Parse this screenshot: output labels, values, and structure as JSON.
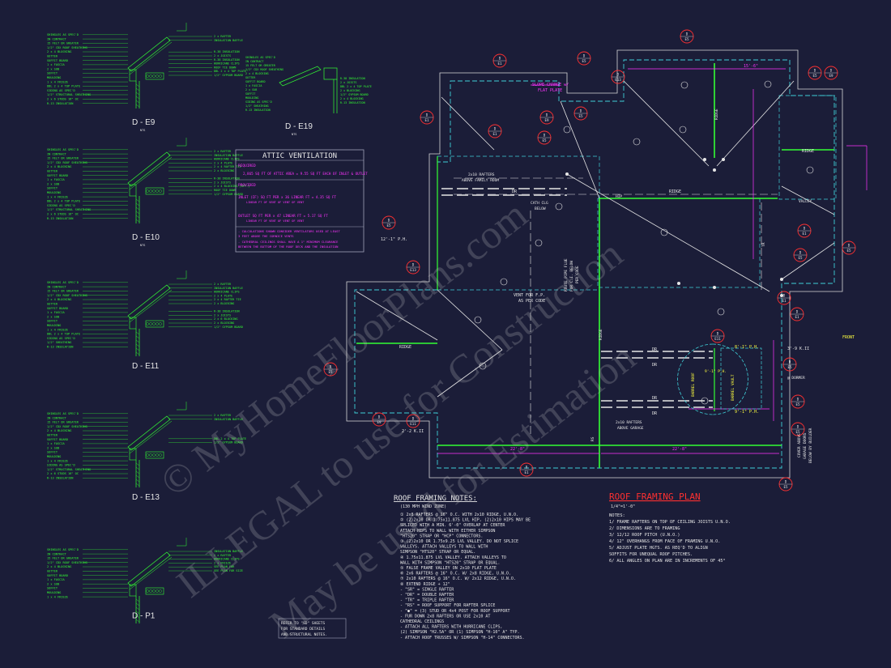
{
  "details": [
    {
      "label": "D - E9",
      "sub": "NTS",
      "lines": [
        "SHINGLES AS SPEC'D",
        "IN CONTRACT",
        "15 FELT OR GREATER",
        "1/2\" CDX ROOF SHEATHING",
        "2 x 4 BLOCKING",
        "GUTTER",
        "SOFFIT BOARD",
        "1 x FASCIA",
        "2 x SUB",
        "SOFFIT",
        "MOULDING",
        "1 x 4 FRIEZE",
        "DBL 2 x 4 TOP PLATE",
        "SIDING AS SPEC'D",
        "1/2\" STRUCTURAL SHEATHING",
        "2 x 6 STUDS 16\" OC",
        "R-13 INSULATION"
      ],
      "right": [
        "2 x RAFTER",
        "INSULATION BAFFLE",
        "",
        "",
        "R-38 INSULATION",
        "2 x JOISTS",
        "R-38 INSULATION",
        "HURRICANE CLIPS",
        "ROOF TIE DOWN",
        "DBL 2 x 4 TOP PLATE",
        "1/2\" GYPSUM BOARD"
      ]
    },
    {
      "label": "D - E10",
      "sub": "NTS",
      "lines": [
        "SHINGLES AS SPEC'D",
        "IN CONTRACT",
        "15 FELT OR GREATER",
        "1/2\" CDX ROOF SHEATHING",
        "2 x 4 BLOCKING",
        "GUTTER",
        "SOFFIT BOARD",
        "1 x FASCIA",
        "2 x SUB",
        "SOFFIT",
        "MOULDING",
        "1 x 4 FRIEZE",
        "DBL 2 x 4 TOP PLATE",
        "SIDING AS SPEC'D",
        "1/2\" STRUCTURAL SHEATHING",
        "2 x 6 STUDS 16\" OC",
        "R-13 INSULATION"
      ],
      "right": [
        "2 x RAFTER",
        "INSULATION BAFFLE",
        "HURRICANE CLIPS",
        "2 x 4 PLATE",
        "2 x 4 RAFTER TIE",
        "2 x BLOCKING",
        "",
        "R-38 INSULATION",
        "2 x JOISTS",
        "2 x 4 BLOCKING (OPT.)",
        "ROOF TIE DOWN",
        "1/2\" GYPSUM BOARD"
      ]
    },
    {
      "label": "D - E11",
      "sub": "",
      "lines": [
        "SHINGLES AS SPEC'D",
        "IN CONTRACT",
        "15 FELT OR GREATER",
        "1/2\" CDX ROOF SHEATHING",
        "2 x 4 BLOCKING",
        "GUTTER",
        "SOFFIT BOARD",
        "1 x FASCIA",
        "2 x SUB",
        "SOFFIT",
        "MOULDING",
        "1 x 4 FRIEZE",
        "DBL 2 x 4 TOP PLATE",
        "SIDING AS SPEC'D",
        "1/2\" SHEATHING",
        "R-13 INSULATION"
      ],
      "right": [
        "2 x RAFTER",
        "INSULATION BAFFLE",
        "HURRICANE CLIPS",
        "2 x 4 PLATE",
        "2 x 4 RAFTER TIE",
        "2 x BLOCKING",
        "",
        "R-38 INSULATION",
        "2 x JOISTS",
        "2 x 6 BLOCKING",
        "2 x BLOCKING",
        "1/2\" GYPSUM BOARD"
      ]
    },
    {
      "label": "D - E13",
      "sub": "",
      "lines": [
        "SHINGLES AS SPEC'D",
        "IN CONTRACT",
        "15 FELT OR GREATER",
        "1/2\" CDX ROOF SHEATHING",
        "2 x 4 BLOCKING",
        "GUTTER",
        "SOFFIT BOARD",
        "1 x FASCIA",
        "2 x SUB",
        "SOFFIT",
        "MOULDING",
        "1 x 4 FRIEZE",
        "SIDING AS SPEC'D",
        "1/2\" STRUCTURAL SHEATHING",
        "2 x 6 STUDS 16\" OC",
        "R-13 INSULATION"
      ],
      "right": [
        "2 x RAFTER",
        "INSULATION BAFFLE",
        "",
        "",
        "",
        "",
        "DBL 2 x 4 TOP PLATE",
        "1/2\" GYPSUM BOARD"
      ]
    },
    {
      "label": "D - P1",
      "sub": "",
      "lines": [
        "SHINGLES AS SPEC'D",
        "IN CONTRACT",
        "15 FELT OR GREATER",
        "1/2\" CDX ROOF SHEATHING",
        "2 x 4 BLOCKING",
        "GUTTER",
        "SOFFIT BOARD",
        "1 x FASCIA",
        "2 x SUB",
        "SOFFIT",
        "MOULDING",
        "1 x 4 FRIEZE"
      ],
      "right": [
        "INSULATION BAFFLE",
        "2 x RAFTER",
        "HURRICANE CLIPS",
        "2 x FRIEZE",
        "SEE PLAN FOR",
        "SEE PLAN FOR SIZE"
      ]
    }
  ],
  "detail_e19": {
    "label": "D - E19",
    "sub": "NTS",
    "lines": [
      "SHINGLES AS SPEC'D",
      "IN CONTRACT",
      "15 FELT OR GREATER",
      "1/2\" CDX ROOF SHEATHING",
      "2 x 4 BLOCKING",
      "GUTTER",
      "SOFFIT BOARD",
      "1 x FASCIA",
      "2 x SUB",
      "SOFFIT",
      "MOULDING",
      "SIDING AS SPEC'D",
      "1/2\" SHEATHING",
      "R-13 INSULATION"
    ],
    "right": [
      "R-38 INSULATION",
      "2 x JOISTS",
      "DBL 2 x 4 TOP PLATE",
      "2 x BLOCKING",
      "1/2\" GYPSUM BOARD",
      "2 x 4 BLOCKING",
      "R-13 INSULATION"
    ]
  },
  "attic": {
    "title": "ATTIC VENTILATION",
    "required_label": "REQUIRED",
    "required_row": "2,865 SQ FT OF ATTIC AREA = 9.55 SQ FT EACH OF INLET & OUTLET",
    "provided_label": "PROVIDED",
    "inlet_row": "INLET (IF) SQ FT PER x 36 LINEAR FT = 4.35 SQ FT",
    "inlet_sub": "LINEAR FT OF VENT    OF VENT    OF VENT",
    "outlet_row": "OUTLET SQ FT PER x 47 LINEAR FT = 5.17 SQ FT",
    "outlet_sub": "LINEAR FT OF VENT    OF VENT    OF VENT",
    "notes": [
      "- CALCULATIONS SHOWN CONSIDER VENTILATORS USED AT LEAST",
      "  3 FEET ABOVE THE CORNICE VENTS",
      "- CATHEDRAL CEILINGS SHALL HAVE A 1\" MINIMUM CLEARANCE",
      "  BETWEEN THE BOTTOM OF THE ROOF DECK AND THE INSULATION"
    ]
  },
  "notes": {
    "title": "ROOF FRAMING NOTES:",
    "subtitle": "(130 MPH WIND ZONE)",
    "lines": [
      "① 2x8 RAFTERS @ 16\" O.C. WITH 2x10 RIDGE, U.N.O.",
      "② (2)2x10 OR 1.75x11.875 LVL HIP, (2)2x10 HIPS MAY BE",
      "   SPLICED WITH A MIN. 6'-0\" OVERLAP AT CENTER",
      "   ATTACH HIPS TO WALL WITH EITHER SIMPSON",
      "   \"HTS20\" STRAP OR \"HCP\" CONNECTORS.",
      "③ (2)2x10 OR 1.75x9.25 LVL VALLEY.  DO NOT SPLICE",
      "   VALLEYS.  ATTACH VALLEYS TO WALL WITH",
      "   SIMPSON \"HTS20\" STRAP OR EQUAL.",
      "④ 1.75x11.875 LVL VALLEY.  ATTACH VALLEYS TO",
      "   WALL WITH SIMPSON \"HTS20\" STRAP OR EQUAL.",
      "⑤ FALSE FRAME VALLEY ON 2x10 FLAT PLATE",
      "⑥ 2x6 RAFTERS @ 16\" O.C. W/ 2x8 RIDGE, U.N.O.",
      "⑦ 2x10 RAFTERS @ 16\" O.C. W/ 2x12 RIDGE, U.N.O.",
      "⑧ EXTEND RIDGE + 12\"",
      " - \"SR\" = SINGLE RAFTER",
      " - \"DR\" = DOUBLE RAFTER",
      " - \"TR\" = TRIPLE RAFTER",
      " - \"RS\" = ROOF SUPPORT FOR RAFTER SPLICE",
      " - \"●\" = (3) STUD OR 4x4 POST FOR ROOF SUPPORT",
      " - FUR DOWN 2x8 RAFTERS OR USE 2x10 AT",
      "   CATHEDRAL CEILINGS",
      " - ATTACH ALL RAFTERS WITH HURRICANE CLIPS,",
      "   (2) SIMPSON \"H2.5A\" OR (1) SIMPSON \"H-10\" A\" TYP.",
      " - ATTACH ROOF TRUSSES W/ SIMPSON \"H-14\" CONNECTORS."
    ],
    "refer": [
      "REFER TO \"SD\" SHEETS",
      "FOR STANDARD DETAILS",
      "AND STRUCTURAL NOTES."
    ]
  },
  "plan": {
    "title": "ROOF FRAMING PLAN",
    "scale": "1/4\"=1'-0\"",
    "notes_label": "NOTES:",
    "notes": [
      "1/ FRAME RAFTERS ON TOP OF CEILING JOISTS U.N.O.",
      "2/ DIMENSIONS ARE TO FRAMING",
      "3/ 12/12 ROOF PITCH (U.N.O.)",
      "4/ 12\" OVERHANGS FROM FACE OF FRAMING U.N.O.",
      "5/ ADJUST PLATE HGTS. AS REQ'D TO ALIGN",
      "   SOFFITS FOR UNEQUAL ROOF PITCHES.",
      "6/ ALL ANGLES ON PLAN ARE IN INCREMENTS OF 45°"
    ],
    "labels": {
      "slope_change": "SLOPE CHANGE w/",
      "flat_plate": "FLAT PLATE",
      "rafters_family": "2x10 RAFTERS",
      "above_family": "ABOVE FAMILY ROOM",
      "ridge": "RIDGE",
      "hip": "HIP",
      "valley": "VALLEY",
      "cath_clg": "CATH CLG",
      "below": "BELOW",
      "vent_fp": "VENT FOR F.P.",
      "as_per_code": "AS PER CODE",
      "route_pipe": "ROUTE PIPE FLUE",
      "for_ci": "FOR C.I. BELOW",
      "per_code": "PER CODE",
      "rafters_garage": "2x10 RAFTERS",
      "above_garage": "ABOVE GARAGE",
      "barrel_roof": "BARREL ROOF",
      "barrel_vault": "BARREL VAULT",
      "dormer": "@ DORMER",
      "front": "FRONT",
      "cover_above": "COVER ABOVE",
      "garage_doors": "GARAGE DOORS",
      "by_builder": "BELOW BY BUILDER",
      "fph1": "12'-1\" P.H.",
      "fph2": "8'-1\" P.H.",
      "fph3": "9'-1\" P.H.",
      "fph4": "9'-1\" P.H.",
      "klii1": "2'-2 K.II",
      "klii2": "3'-9 K.II",
      "dim_left": "22'-8\"",
      "dim_right": "22'-8\"",
      "dim_top": "15'-6\"",
      "sr": "SR",
      "dr": "DR",
      "tr": "TR",
      "rs": "RS"
    },
    "markers": [
      {
        "code": "D",
        "ref": "E5"
      },
      {
        "code": "D",
        "ref": "E11"
      },
      {
        "code": "D",
        "ref": "E9"
      },
      {
        "code": "D",
        "ref": "E10"
      },
      {
        "code": "D",
        "ref": "E13"
      },
      {
        "code": "D",
        "ref": "E19"
      },
      {
        "code": "D",
        "ref": "P1"
      },
      {
        "code": "D",
        "ref": "E1"
      }
    ]
  },
  "watermark": [
    "© MyHomeFloorPlans.com",
    "ILLEGAL to use for Construction",
    "May be used for Estimation"
  ],
  "colors": {
    "bg": "#1b1d38",
    "green": "#33ff33",
    "cyan": "#3fd0d8",
    "magenta": "#ff33ff",
    "red": "#ff3030",
    "white": "#e6e6e6",
    "yellow": "#ffff40",
    "grey": "#9fa2b8"
  }
}
